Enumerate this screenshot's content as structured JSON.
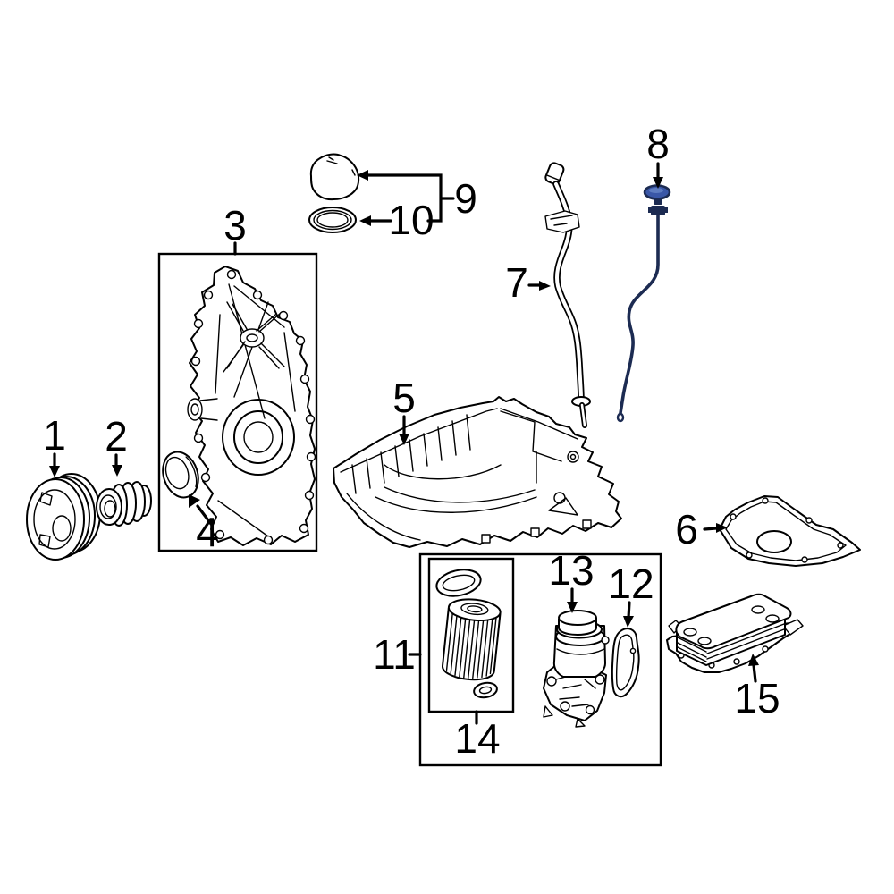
{
  "diagram": {
    "background": "#ffffff",
    "line_color": "#000000",
    "highlight": {
      "fill": "#3a57a7",
      "stroke": "#1c2b52"
    },
    "callouts": [
      {
        "num": "1"
      },
      {
        "num": "2"
      },
      {
        "num": "3"
      },
      {
        "num": "4"
      },
      {
        "num": "5"
      },
      {
        "num": "6"
      },
      {
        "num": "7"
      },
      {
        "num": "8"
      },
      {
        "num": "9"
      },
      {
        "num": "10"
      },
      {
        "num": "11"
      },
      {
        "num": "12"
      },
      {
        "num": "13"
      },
      {
        "num": "14"
      },
      {
        "num": "15"
      }
    ]
  }
}
